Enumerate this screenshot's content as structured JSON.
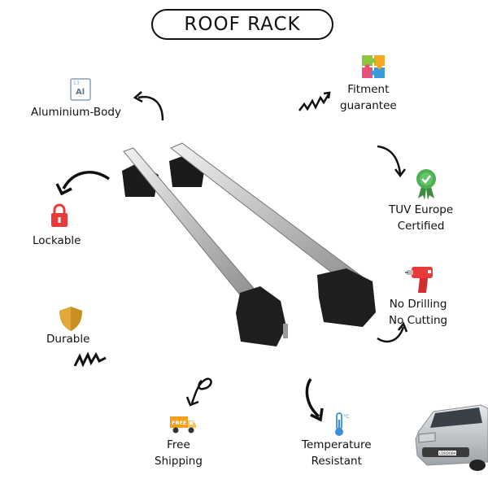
{
  "title": "ROOF RACK",
  "features": {
    "aluminium": {
      "label": "Aluminium-Body",
      "icon_text": "Al",
      "icon_number": "13",
      "icon": "aluminium-element-icon"
    },
    "fitment": {
      "line1": "Fitment",
      "line2": "guarantee",
      "icon": "puzzle-icon"
    },
    "tuv": {
      "line1": "TUV Europe",
      "line2": "Certified",
      "icon": "certified-badge-icon"
    },
    "lockable": {
      "label": "Lockable",
      "icon": "padlock-icon"
    },
    "drilling": {
      "line1": "No Drilling",
      "line2": "No Cutting",
      "icon": "drill-icon"
    },
    "durable": {
      "label": "Durable",
      "icon": "shield-icon"
    },
    "shipping": {
      "line1": "Free",
      "line2": "Shipping",
      "icon_text": "FREE",
      "icon": "delivery-truck-icon"
    },
    "temperature": {
      "line1": "Temperature",
      "line2": "Resistant",
      "icon_text": "°C",
      "icon": "thermometer-icon"
    }
  },
  "car": {
    "plate_text": "CORDOBA"
  },
  "colors": {
    "lock_red": "#e83a3a",
    "shield_gold": "#e0a83a",
    "badge_green": "#4caf50",
    "thermo_blue": "#3d8fd6",
    "truck_orange": "#f29f1d"
  }
}
